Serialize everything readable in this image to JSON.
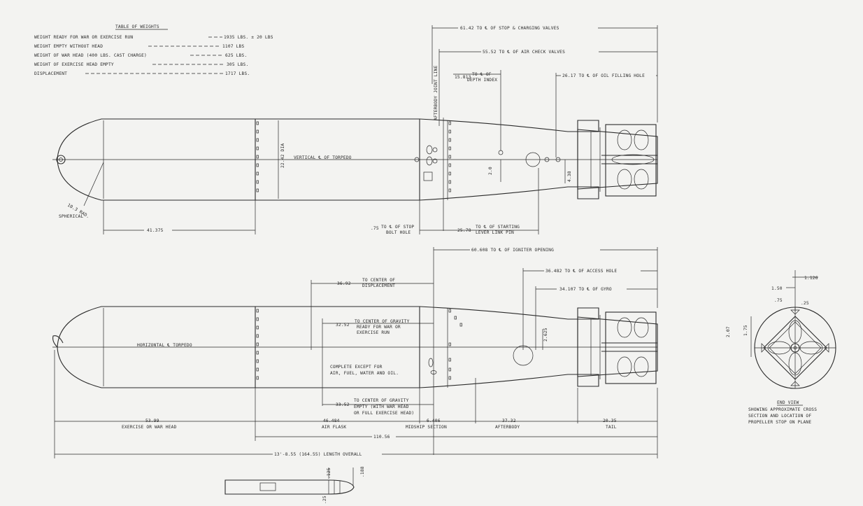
{
  "weights": {
    "title": "TABLE OF WEIGHTS",
    "rows": [
      {
        "label": "WEIGHT READY FOR WAR OR EXERCISE RUN",
        "value": "1935 LBS. ± 20 LBS"
      },
      {
        "label": "WEIGHT EMPTY WITHOUT HEAD",
        "value": "1107 LBS"
      },
      {
        "label": "WEIGHT OF WAR HEAD (400 LBS. CAST CHARGE)",
        "value": "625 LBS."
      },
      {
        "label": "WEIGHT OF EXERCISE HEAD EMPTY",
        "value": "305 LBS."
      },
      {
        "label": "DISPLACEMENT",
        "value": "1717 LBS."
      }
    ]
  },
  "top_view": {
    "stop_valves": "61.42  TO ℄ OF STOP & CHARGING VALVES",
    "air_check": "55.52  TO ℄ OF AIR CHECK VALVES",
    "joint_line": "AFTERBODY JOINT LINE",
    "depth_index_value": "15.813",
    "depth_index_to": "TO ℄ OF",
    "depth_index_text": "DEPTH INDEX",
    "oil_hole": "26.17 TO ℄ OF OIL FILLING HOLE",
    "centerline": "VERTICAL ℄ OF TORPEDO",
    "diameter": "22.42 DIA",
    "small_dim": "2.0",
    "right_dim": "4.38",
    "radius_1": "10.3 RAD.",
    "radius_2": "SPHERICAL",
    "head_len": "41.375",
    "stop_bolt_value": ".75",
    "stop_bolt_1": "TO ℄ OF STOP",
    "stop_bolt_2": "BOLT HOLE",
    "start_lever_value": "25.78",
    "start_lever_1": "TO ℄ OF STARTING",
    "start_lever_2": "LEVER LINK PIN"
  },
  "side_view": {
    "igniter": "60.608 TO ℄ OF IGNITER OPENING",
    "access_hole": "36.482 TO ℄ OF ACCESS HOLE",
    "gyro": "34.107 TO ℄ OF GYRO",
    "disp_value": "36.92",
    "disp_1": "TO CENTER OF",
    "disp_2": "DISPLACEMENT",
    "cg1_value": "32.52",
    "cg1_1": "TO CENTER OF GRAVITY",
    "cg1_2": "READY FOR WAR OR",
    "cg1_3": "EXERCISE RUN",
    "complete_1": "COMPLETE EXCEPT FOR",
    "complete_2": "AIR, FUEL, WATER AND OIL.",
    "cg2_value": "33.52",
    "cg2_1": "TO CENTER OF GRAVITY",
    "cg2_2": "EMPTY (WITH WAR HEAD",
    "cg2_3": "OR FULL EXERCISE HEAD)",
    "centerline": "HORIZONTAL ℄ TORPEDO",
    "gyro_dim": "2.625",
    "seg_head_value": "53.99",
    "seg_head_label": "EXERCISE OR WAR HEAD",
    "seg_flask_value": "46.484",
    "seg_flask_label": "AIR FLASK",
    "seg_mid_value": "6.406",
    "seg_mid_label": "MIDSHIP SECTION",
    "seg_after_value": "37.32",
    "seg_after_label": "AFTERBODY",
    "seg_tail_value": "20.35",
    "seg_tail_label": "TAIL",
    "body_len": "110.56",
    "overall": "13'-8.55 (164.55) LENGTH OVERALL"
  },
  "end_view": {
    "dim_a": "1.126",
    "dim_b": "1.50",
    "dim_c": ".75",
    "dim_d": ".25",
    "dim_e": "1.75",
    "dim_f": "2.07",
    "title": "END VIEW",
    "cap_1": "SHOWING APPROXIMATE CROSS",
    "cap_2": "SECTION AND LOCATION OF",
    "cap_3": "PROPELLER STOP ON PLANE"
  },
  "stop_detail": {
    "dim_a": ".125",
    "dim_b": ".188",
    "dim_c": ".25"
  }
}
